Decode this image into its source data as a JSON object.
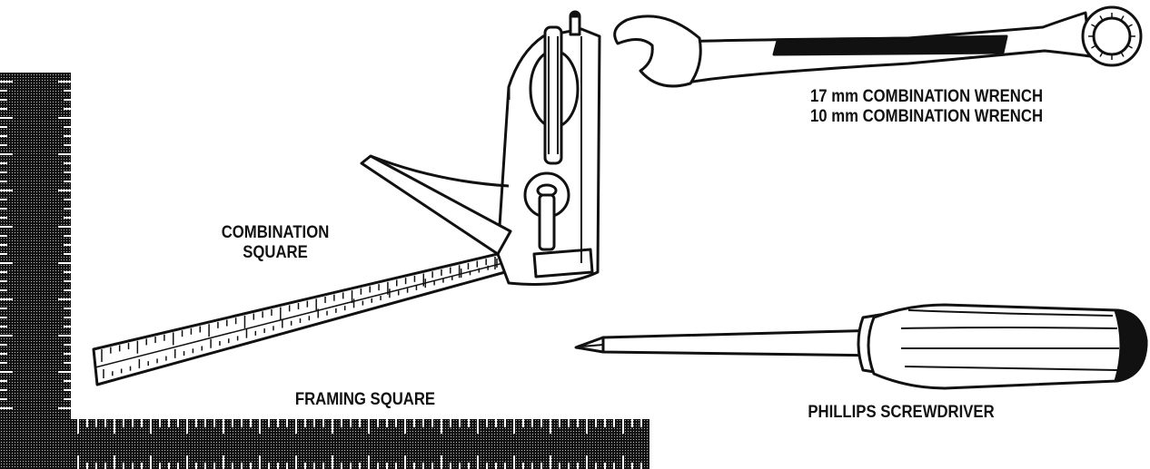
{
  "labels": {
    "wrench_line1": "17 mm COMBINATION WRENCH",
    "wrench_line2": "10 mm COMBINATION WRENCH",
    "combination_square_line1": "COMBINATION",
    "combination_square_line2": "SQUARE",
    "framing_square": "FRAMING SQUARE",
    "screwdriver": "PHILLIPS SCREWDRIVER"
  },
  "colors": {
    "ink": "#111111",
    "paper": "#ffffff",
    "screen_gray": "#2a2a2a"
  },
  "icons": [
    "framing-square-icon",
    "combination-square-icon",
    "combination-wrench-icon",
    "phillips-screwdriver-icon"
  ]
}
